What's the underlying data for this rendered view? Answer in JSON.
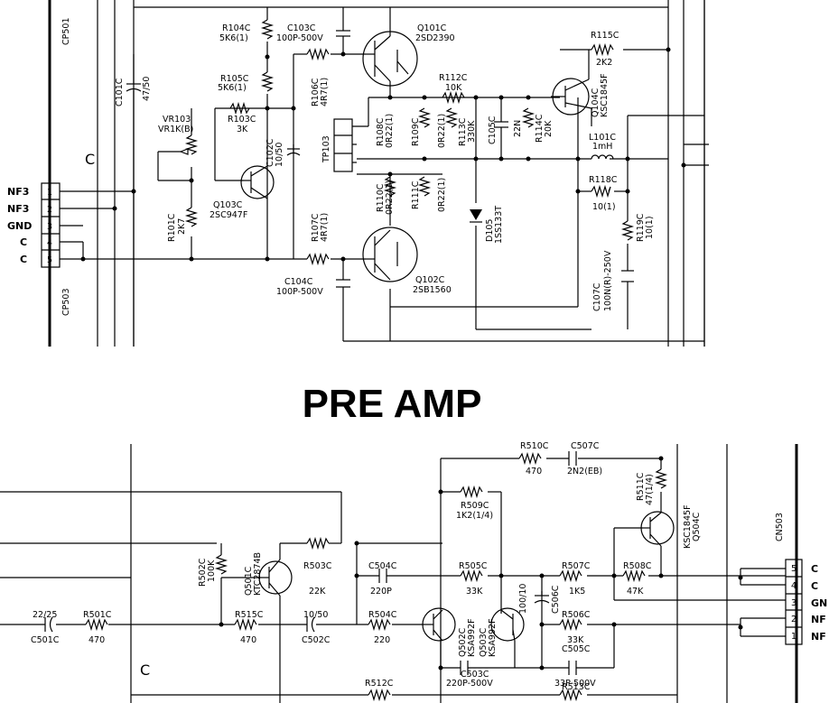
{
  "title": "PRE AMP",
  "upper": {
    "connector_top": "CP501",
    "connector_bottom": "CP503",
    "pins": [
      {
        "num": "1",
        "name": "NF3"
      },
      {
        "num": "2",
        "name": "NF3"
      },
      {
        "num": "3",
        "name": "GND"
      },
      {
        "num": "4",
        "name": "C"
      },
      {
        "num": "5",
        "name": "C"
      }
    ],
    "ground_mark": "C",
    "components": {
      "r104c": [
        "R104C",
        "5K6(1)"
      ],
      "c103c": [
        "C103C",
        "100P-500V"
      ],
      "q101c": [
        "Q101C",
        "2SD2390"
      ],
      "r115c": [
        "R115C",
        "2K2"
      ],
      "c101c": [
        "C101C",
        "47/50"
      ],
      "r105c": [
        "R105C",
        "5K6(1)"
      ],
      "r106c": [
        "R106C",
        "4R7(1)"
      ],
      "r112c": [
        "R112C",
        "10K"
      ],
      "q104c": [
        "Q104C",
        "KSC1845F"
      ],
      "vr103": [
        "VR103",
        "VR1K(B)"
      ],
      "r103c": [
        "R103C",
        "3K"
      ],
      "r108c": [
        "R108C",
        "0R22(1)"
      ],
      "r109c": [
        "R109C",
        "0R22(1)"
      ],
      "r113c": [
        "R113C",
        "330K"
      ],
      "c105c": [
        "C105C",
        "22N"
      ],
      "r114c": [
        "R114C",
        "20K"
      ],
      "c102c": [
        "C102C",
        "10/50"
      ],
      "tp103": [
        "TP103"
      ],
      "l101c": [
        "L101C",
        "1mH"
      ],
      "q103c": [
        "Q103C",
        "2SC947F"
      ],
      "r118c": [
        "R118C",
        "10(1)"
      ],
      "r110c": [
        "R110C",
        "0R22(1)"
      ],
      "r111c": [
        "R111C",
        "0R22(1)"
      ],
      "r101c": [
        "R101C",
        "2K7"
      ],
      "r107c": [
        "R107C",
        "4R7(1)"
      ],
      "d105": [
        "D105",
        "1SS133T"
      ],
      "r119c": [
        "R119C",
        "10(1)"
      ],
      "c104c": [
        "C104C",
        "100P-500V"
      ],
      "q102c": [
        "Q102C",
        "2SB1560"
      ],
      "c107c": [
        "C107C",
        "100N(R)-250V"
      ]
    }
  },
  "lower": {
    "connector": "CN503",
    "pins": [
      {
        "num": "5",
        "name": "C"
      },
      {
        "num": "4",
        "name": "C"
      },
      {
        "num": "3",
        "name": "GN"
      },
      {
        "num": "2",
        "name": "NF"
      },
      {
        "num": "1",
        "name": "NF"
      }
    ],
    "ground_mark": "C",
    "components": {
      "r510c": [
        "R510C",
        "470"
      ],
      "c507c": [
        "C507C",
        "2N2(EB)"
      ],
      "r511c": [
        "R511C",
        "47(1/4)"
      ],
      "r509c": [
        "R509C",
        "1K2(1/4)"
      ],
      "q504c": [
        "KSC1845F",
        "Q504C"
      ],
      "r502c": [
        "R502C",
        "100K"
      ],
      "q501c": [
        "Q501C",
        "KTC2874B"
      ],
      "r503c": [
        "R503C",
        "22K"
      ],
      "c504c": [
        "C504C",
        "220P"
      ],
      "r505c": [
        "R505C",
        "33K"
      ],
      "r507c": [
        "R507C",
        "1K5"
      ],
      "r508c": [
        "R508C",
        "47K"
      ],
      "c506c": [
        "100/10",
        "C506C"
      ],
      "c501c": [
        "22/25",
        "C501C"
      ],
      "r501c": [
        "R501C",
        "470"
      ],
      "r515c": [
        "R515C",
        "470"
      ],
      "c502c": [
        "10/50",
        "C502C"
      ],
      "r504c": [
        "R504C",
        "220"
      ],
      "q502c": [
        "Q502C",
        "KSA992F"
      ],
      "q503c": [
        "Q503C",
        "KSA992F"
      ],
      "r506c": [
        "R506C",
        "33K"
      ],
      "c505c": [
        "C505C",
        "33P-500V"
      ],
      "c503c": [
        "C503C",
        "220P-500V"
      ],
      "r512c": [
        "R512C"
      ],
      "r513c": [
        "R513C"
      ]
    }
  }
}
